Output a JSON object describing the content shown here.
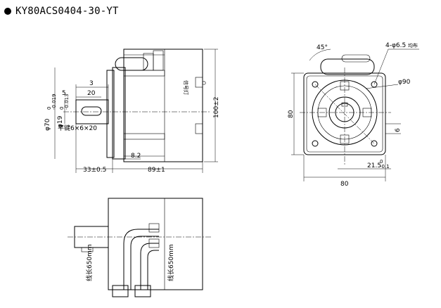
{
  "title": "KY80ACS0404-30-YT",
  "side_view": {
    "dim_3": "3",
    "dim_5": "5",
    "dim_20": "20",
    "shaft_dia": "φ70",
    "shaft_dia_tol": "0\n-0.019",
    "shaft_19": "φ19",
    "shaft_19_tol": "0\n-0.013",
    "key": "平键6×6×20",
    "dim_8_2": "8.2",
    "dim_33": "33±0.5",
    "dim_89": "89±1",
    "dim_100": "100±2",
    "indicator_label": "信号灯"
  },
  "front_view": {
    "angle_45": "45°",
    "holes": "4-φ6.5",
    "holes_suffix": "均布",
    "dia_90": "φ90",
    "dim_80_v": "80",
    "dim_80_h": "80",
    "dim_6": "6",
    "dim_21_5": "21.5",
    "dim_21_5_tol": "0\n-0.1"
  },
  "bottom_view": {
    "cable_1": "线长650mm",
    "cable_2": "线长650mm"
  }
}
